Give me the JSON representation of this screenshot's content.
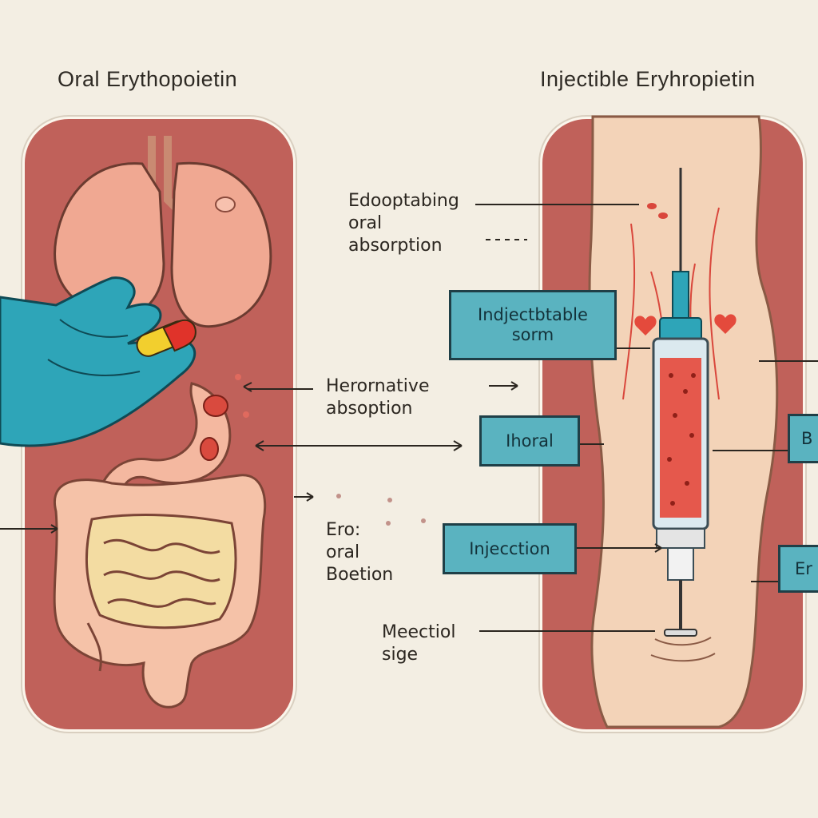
{
  "titles": {
    "left": "Oral Erythopoietin",
    "right": "Injectible Eryhropietin"
  },
  "labels": {
    "edooptabing": "Edooptabing\noral\nabsorption",
    "herornative": "Herornative\nabsoption",
    "ero": "Ero:\noral\nBoetion",
    "meectiol": "Meectiol\nsige"
  },
  "boxes": {
    "injectable": "Indjectbtable\nsorm",
    "ihoral": "Ihoral",
    "injection": "Injecction",
    "edge_b": "B",
    "edge_er": "Er"
  },
  "colors": {
    "background": "#f3eee3",
    "panel": "#c0615a",
    "label_box": "#5ab3c0",
    "skin": "#f3d3b8",
    "lungs": "#f0a892",
    "intestine": "#f5c2a8",
    "glove": "#2ea5b8"
  }
}
